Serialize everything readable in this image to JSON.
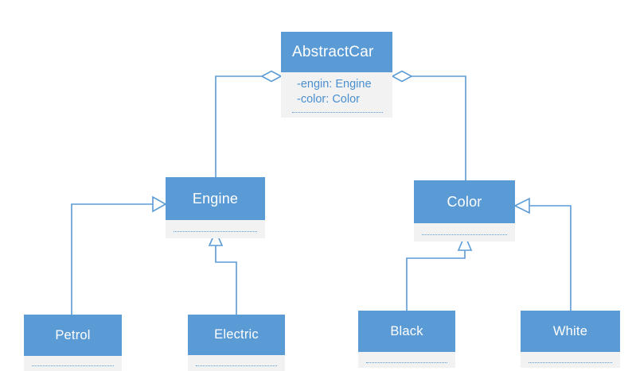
{
  "diagram": {
    "type": "uml-class-diagram",
    "background_color": "#FFFFFF",
    "palette": {
      "box_fill": "#5B9BD5",
      "box_title_text": "#FFFFFF",
      "compartment_fill": "#F2F2F2",
      "attribute_text": "#4A8FD0",
      "connector_line": "#5B9BD5",
      "separator_line": "#5B9BD5"
    },
    "classes": [
      {
        "id": "abstractcar",
        "name": "AbstractCar",
        "attributes": [
          "-engin: Engine",
          "-color: Color"
        ]
      },
      {
        "id": "engine",
        "name": "Engine",
        "attributes": []
      },
      {
        "id": "color",
        "name": "Color",
        "attributes": []
      },
      {
        "id": "petrol",
        "name": "Petrol",
        "attributes": []
      },
      {
        "id": "electric",
        "name": "Electric",
        "attributes": []
      },
      {
        "id": "black",
        "name": "Black",
        "attributes": []
      },
      {
        "id": "white",
        "name": "White",
        "attributes": []
      }
    ],
    "relationships": [
      {
        "id": "rel-car-engine",
        "kind": "aggregation",
        "from": "AbstractCar",
        "to": "Engine",
        "marker": "hollow-diamond"
      },
      {
        "id": "rel-car-color",
        "kind": "aggregation",
        "from": "AbstractCar",
        "to": "Color",
        "marker": "hollow-diamond"
      },
      {
        "id": "rel-petrol-engine",
        "kind": "generalization",
        "from": "Petrol",
        "to": "Engine",
        "marker": "hollow-triangle"
      },
      {
        "id": "rel-electric-engine",
        "kind": "generalization",
        "from": "Electric",
        "to": "Engine",
        "marker": "hollow-triangle"
      },
      {
        "id": "rel-black-color",
        "kind": "generalization",
        "from": "Black",
        "to": "Color",
        "marker": "hollow-triangle"
      },
      {
        "id": "rel-white-color",
        "kind": "generalization",
        "from": "White",
        "to": "Color",
        "marker": "hollow-triangle"
      }
    ]
  }
}
